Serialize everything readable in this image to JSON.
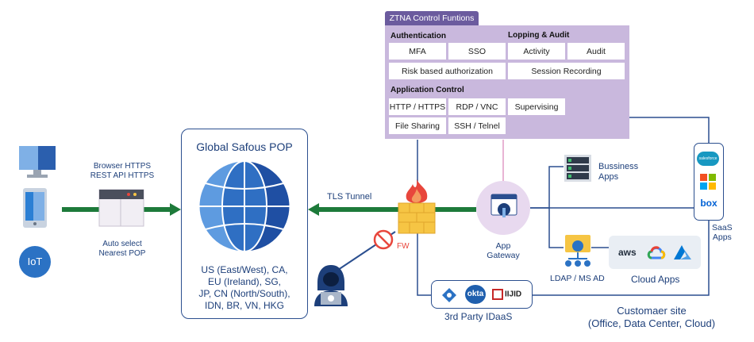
{
  "ztna": {
    "title": "ZTNA Control Funtions",
    "authentication": "Authentication",
    "logging": "Lopping & Audit",
    "mfa": "MFA",
    "sso": "SSO",
    "activity": "Activity",
    "audit": "Audit",
    "risk": "Risk based authorization",
    "session": "Session Recording",
    "app_control": "Application Control",
    "http": "HTTP / HTTPS",
    "rdp": "RDP / VNC",
    "supervising": "Supervising",
    "file_sharing": "File Sharing",
    "ssh": "SSH / Telnel"
  },
  "client": {
    "browser": "Browser HTTPS",
    "rest": "REST API HTTPS",
    "auto": "Auto select",
    "nearest": "Nearest POP",
    "iot": "IoT"
  },
  "pop": {
    "title": "Global Safous POP",
    "regions": [
      "US (East/West), CA,",
      "EU (Ireland), SG,",
      "JP, CN (North/South),",
      "IDN, BR, VN, HKG"
    ]
  },
  "tunnel": "TLS Tunnel",
  "fw": "FW",
  "gateway": [
    "App",
    "Gateway"
  ],
  "business": [
    "Bussiness",
    "Apps"
  ],
  "ldap": "LDAP / MS AD",
  "cloud": {
    "label": "Cloud Apps",
    "logos": [
      "aws"
    ]
  },
  "idaas": {
    "label": "3rd Party IDaaS",
    "logos": [
      "okta",
      "IIJID"
    ]
  },
  "saas": {
    "label": [
      "SaaS",
      "Apps"
    ],
    "logos": [
      "salesforce",
      "box"
    ]
  },
  "site": [
    "Customaer site",
    "(Office, Data Center, Cloud)"
  ],
  "colors": {
    "navy": "#1d3f7a",
    "green": "#1d7a3a",
    "lavender": "#c9b8dd",
    "purple_tab": "#6b5b9e",
    "firewall_yellow": "#f6c544",
    "flame": "#e8463c"
  }
}
